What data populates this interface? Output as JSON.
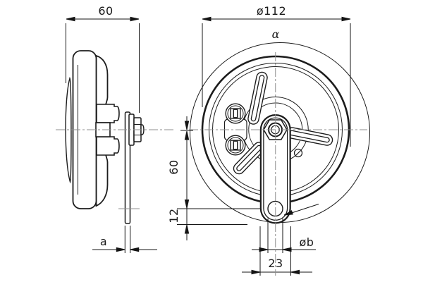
{
  "drawing": {
    "type": "two-view technical drawing",
    "views": {
      "left": "side view of horn",
      "right": "front view of horn with mounting bracket"
    }
  },
  "dimensions": {
    "side_width": "60",
    "front_diameter": "ø112",
    "bracket_angle": "α",
    "center_to_hole": "60",
    "hole_to_end": "12",
    "bracket_thickness": "a",
    "hole_diameter": "øb",
    "bracket_width": "23"
  },
  "colors": {
    "line": "#1c1c1c",
    "dimension": "#141414",
    "centerline": "#8f8f8f",
    "background": "#ffffff"
  }
}
